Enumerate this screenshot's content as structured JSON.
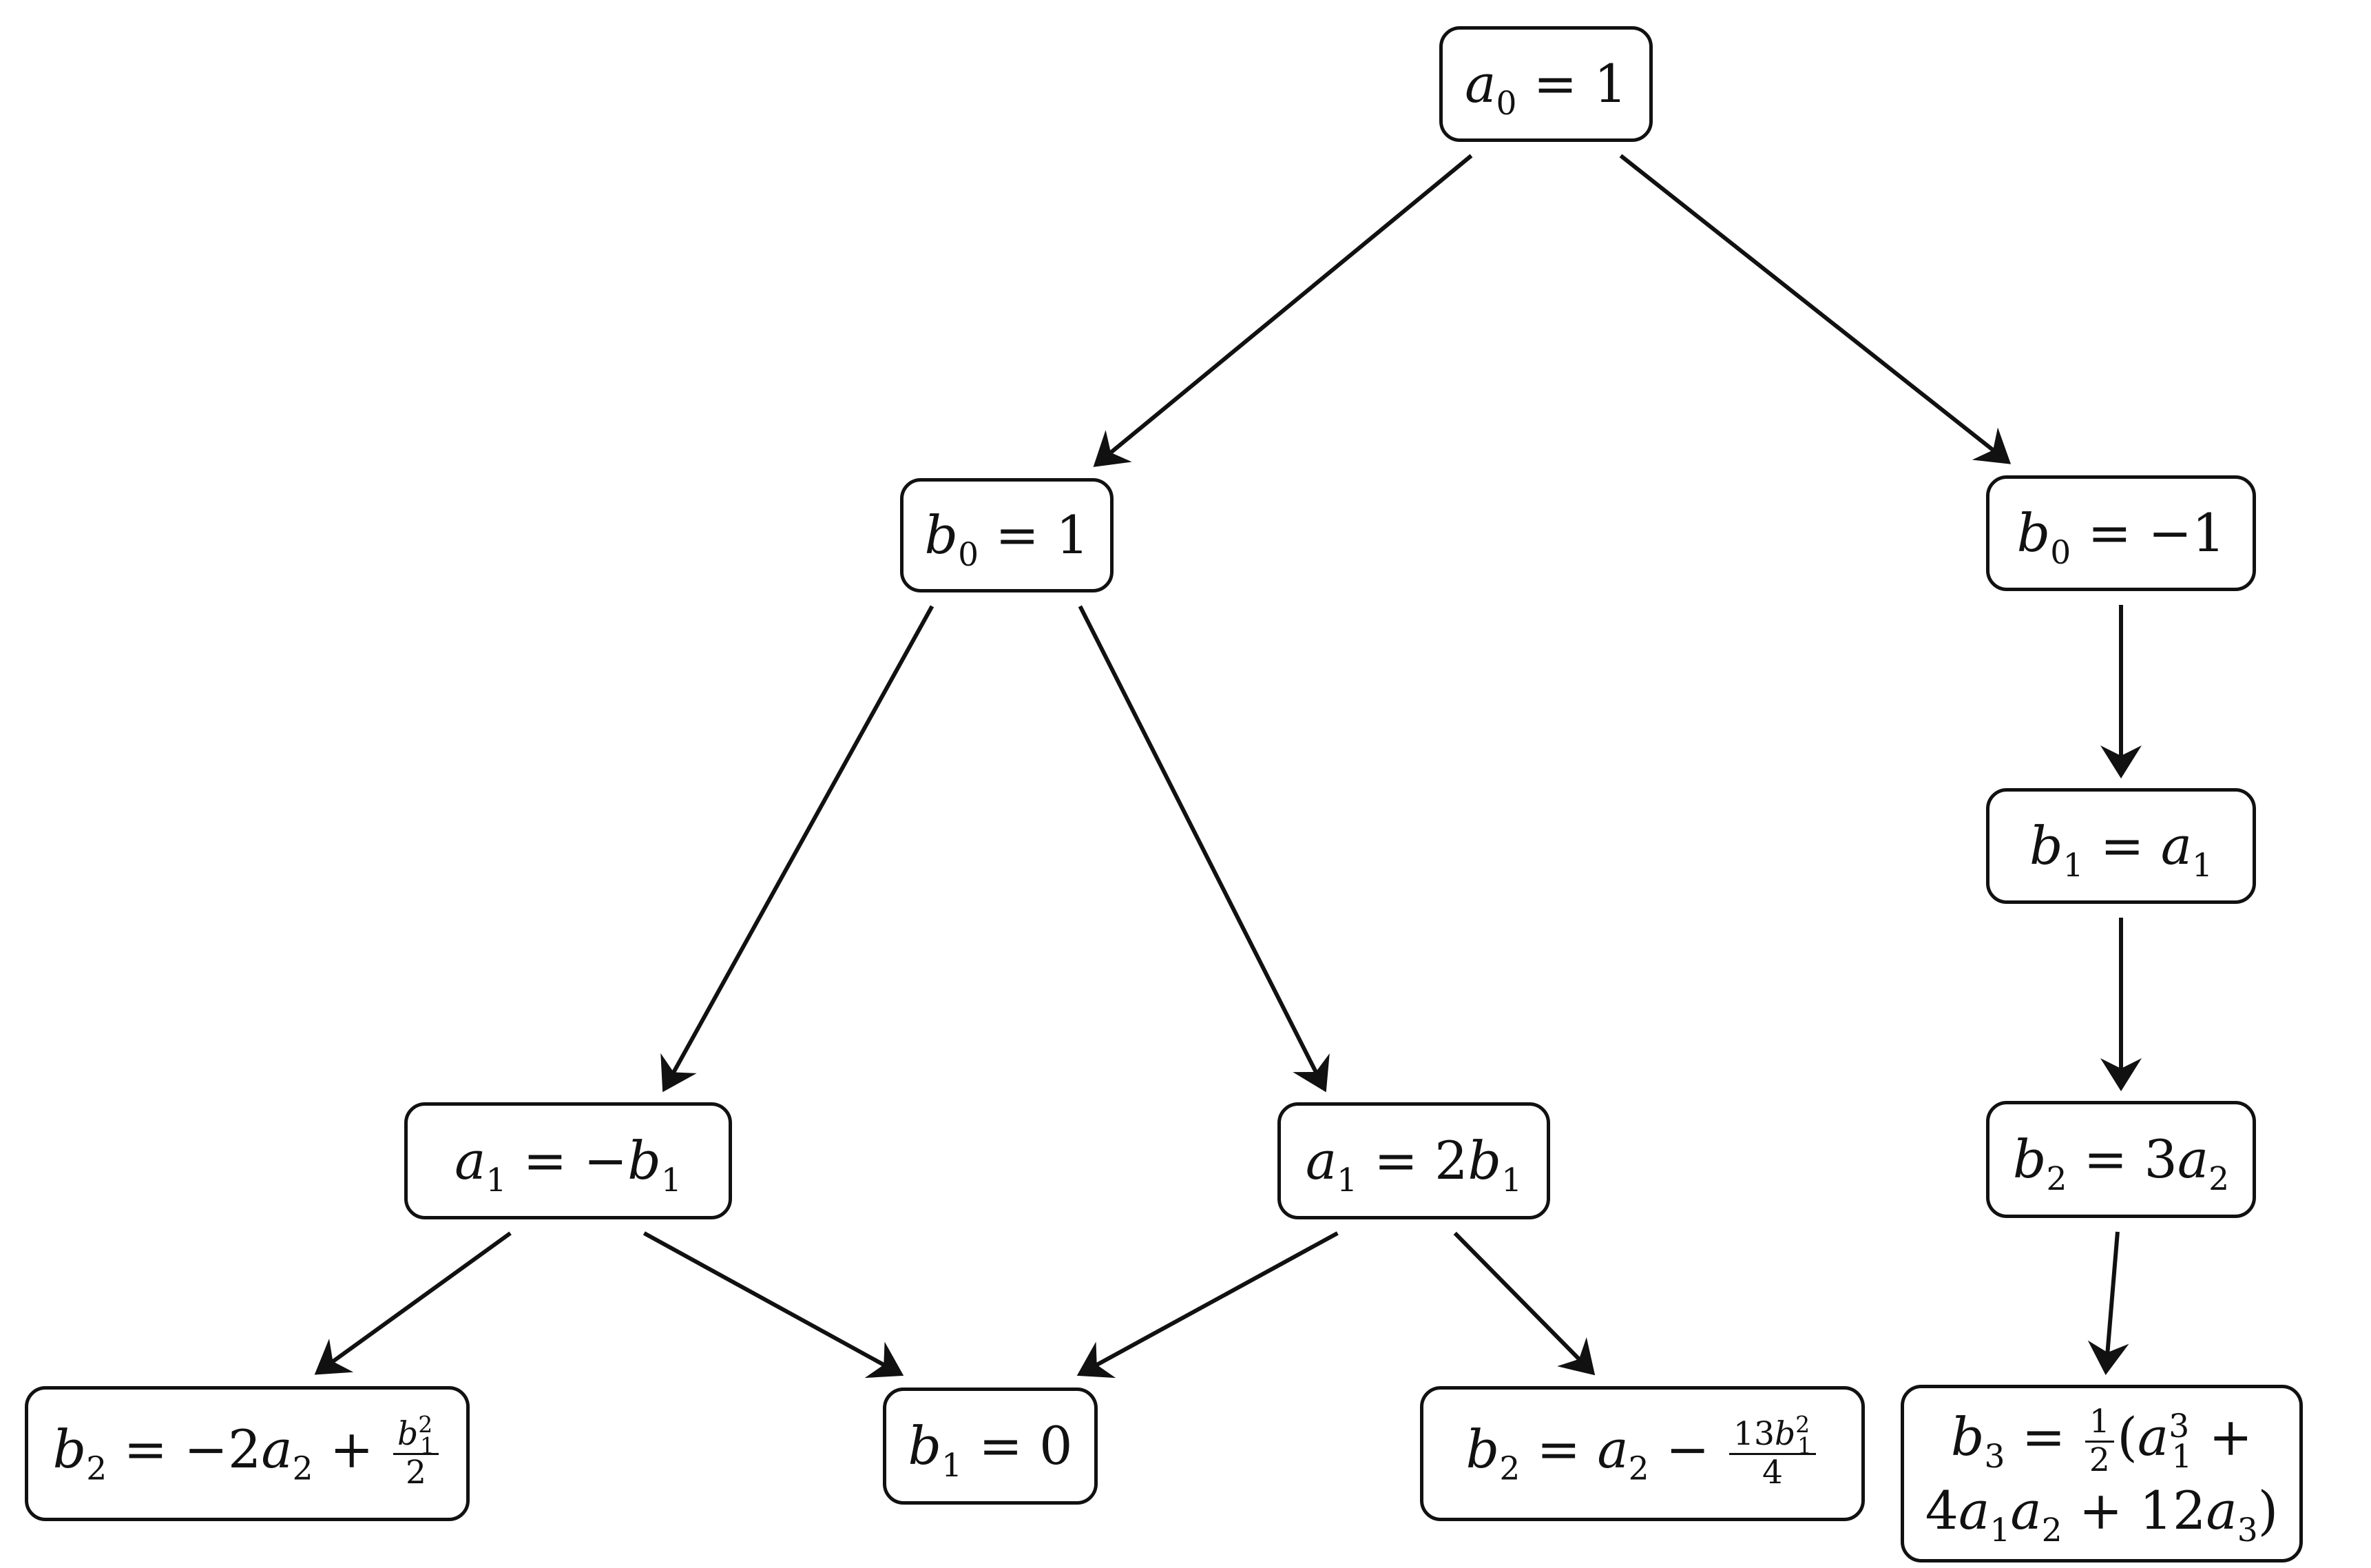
{
  "diagram": {
    "type": "tree",
    "nodes": [
      {
        "id": "a0",
        "text": "a0 = 1"
      },
      {
        "id": "b0_pos",
        "text": "b0 = 1"
      },
      {
        "id": "b0_neg",
        "text": "b0 = −1"
      },
      {
        "id": "a1_neg",
        "text": "a1 = −b1"
      },
      {
        "id": "a1_two",
        "text": "a1 = 2b1"
      },
      {
        "id": "b1_a1",
        "text": "b1 = a1"
      },
      {
        "id": "b2_3a2",
        "text": "b2 = 3a2"
      },
      {
        "id": "b2_left",
        "text": "b2 = −2a2 + b1^2/2"
      },
      {
        "id": "b1_zero",
        "text": "b1 = 0"
      },
      {
        "id": "b2_mid",
        "text": "b2 = a2 − 13b1^2/4"
      },
      {
        "id": "b3",
        "text": "b3 = 1/2(a1^3 + 4a1a2 + 12a3)"
      }
    ],
    "edges": [
      {
        "from": "a0",
        "to": "b0_pos"
      },
      {
        "from": "a0",
        "to": "b0_neg"
      },
      {
        "from": "b0_pos",
        "to": "a1_neg"
      },
      {
        "from": "b0_pos",
        "to": "a1_two"
      },
      {
        "from": "b0_neg",
        "to": "b1_a1"
      },
      {
        "from": "b1_a1",
        "to": "b2_3a2"
      },
      {
        "from": "b2_3a2",
        "to": "b3"
      },
      {
        "from": "a1_neg",
        "to": "b2_left"
      },
      {
        "from": "a1_neg",
        "to": "b1_zero"
      },
      {
        "from": "a1_two",
        "to": "b1_zero"
      },
      {
        "from": "a1_two",
        "to": "b2_mid"
      }
    ]
  },
  "labels": {
    "a0": {
      "var": "a",
      "sub": "0",
      "rhs": "1"
    },
    "b0_pos": {
      "var": "b",
      "sub": "0",
      "rhs": "1"
    },
    "b0_neg": {
      "var": "b",
      "sub": "0",
      "rhs": "−1"
    },
    "a1_neg": {
      "var": "a",
      "sub": "1",
      "rhs_sign": "−",
      "rhs_var": "b",
      "rhs_sub": "1"
    },
    "a1_two": {
      "var": "a",
      "sub": "1",
      "rhs_coef": "2",
      "rhs_var": "b",
      "rhs_sub": "1"
    },
    "b1_a1": {
      "var": "b",
      "sub": "1",
      "rhs_var": "a",
      "rhs_sub": "1"
    },
    "b2_3a2": {
      "var": "b",
      "sub": "2",
      "rhs_coef": "3",
      "rhs_var": "a",
      "rhs_sub": "2"
    },
    "b2_left": {
      "var": "b",
      "sub": "2",
      "t1": "−2",
      "t1_var": "a",
      "t1_sub": "2",
      "op": "+",
      "num_var": "b",
      "num_sub": "1",
      "num_sup": "2",
      "den": "2"
    },
    "b1_zero": {
      "var": "b",
      "sub": "1",
      "rhs": "0"
    },
    "b2_mid": {
      "var": "b",
      "sub": "2",
      "t1_var": "a",
      "t1_sub": "2",
      "op": "−",
      "num_coef": "13",
      "num_var": "b",
      "num_sub": "1",
      "num_sup": "2",
      "den": "4"
    },
    "b3": {
      "var": "b",
      "sub": "3",
      "frac_num": "1",
      "frac_den": "2",
      "open": "(",
      "p1_var": "a",
      "p1_sub": "1",
      "p1_sup": "3",
      "plus1": "+",
      "l2_coef": "4",
      "l2_v1": "a",
      "l2_s1": "1",
      "l2_v2": "a",
      "l2_s2": "2",
      "plus2": "+",
      "l2_coef2": "12",
      "l2_v3": "a",
      "l2_s3": "3",
      "close": ")"
    },
    "equals": "="
  }
}
